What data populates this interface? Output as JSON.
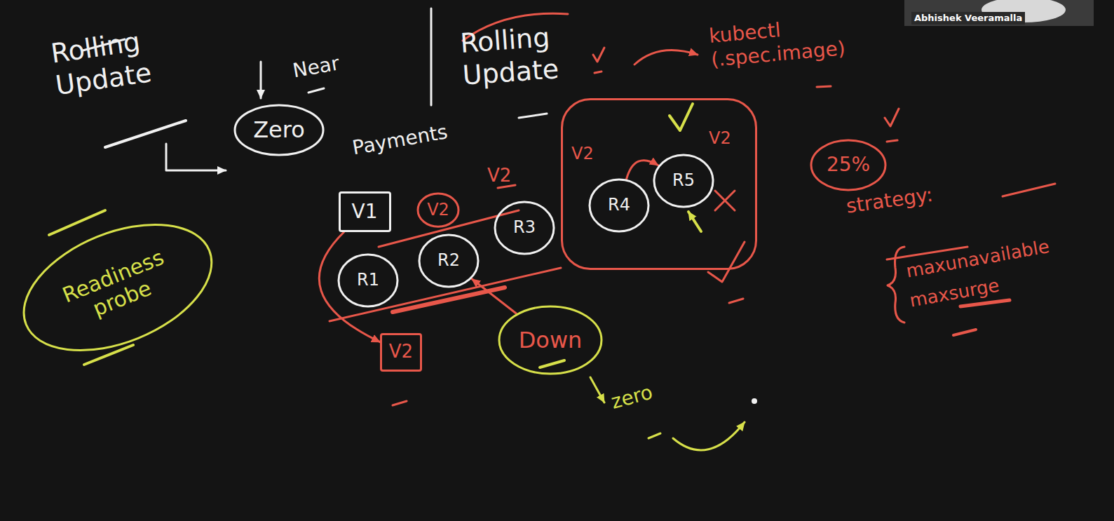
{
  "diagram": {
    "nodes": [
      {
        "text": [
          "Zero"
        ]
      },
      {
        "text": [
          "Readiness probe"
        ]
      },
      {
        "text": [
          "V1"
        ]
      },
      {
        "text": [
          "V2"
        ]
      },
      {
        "text": [
          "R1"
        ]
      },
      {
        "text": [
          "R2"
        ]
      },
      {
        "text": [
          "R3"
        ]
      },
      {
        "text": [
          "V2",
          "V2"
        ]
      },
      {
        "text": [
          "R4"
        ],
        "in": 7
      },
      {
        "text": [
          "R5"
        ],
        "in": 7
      },
      {
        "text": [
          "V2"
        ]
      },
      {
        "text": [
          "Down"
        ]
      },
      {
        "text": [
          "25%"
        ]
      }
    ],
    "edges": [
      {
        "from": 2,
        "to": 10,
        "arrow": "to"
      },
      {
        "from": 11,
        "to": 5,
        "arrow": "to"
      },
      {
        "from": 8,
        "to": 9,
        "arrow": "to"
      }
    ],
    "labels": [
      "Rolling Update",
      "Near",
      "Rolling Update",
      "kubectl (.spec.image)",
      "Payments",
      "V2",
      "strategy:",
      "maxunavailable",
      "maxsurge",
      "zero",
      "Abhishek Veeramalla"
    ]
  }
}
